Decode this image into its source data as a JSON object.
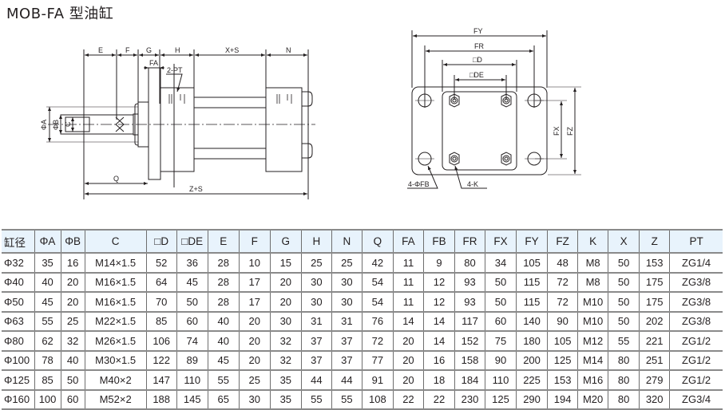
{
  "title": "MOB-FA 型油缸",
  "drawing": {
    "side_view_labels": {
      "E": "E",
      "F": "F",
      "G": "G",
      "H": "H",
      "XS": "X+S",
      "N": "N",
      "FA": "FA",
      "PT": "2-PT",
      "A": "ΦA",
      "B": "ΦB",
      "C": "C",
      "Q": "Q",
      "ZS": "Z+S"
    },
    "front_view_labels": {
      "FY": "FY",
      "FR": "FR",
      "D": "□D",
      "DE": "□DE",
      "FX": "FX",
      "FZ": "FZ",
      "FB": "4-ΦFB",
      "K": "4-K"
    }
  },
  "table": {
    "headers": [
      "缸径",
      "ΦA",
      "ΦB",
      "C",
      "□D",
      "□DE",
      "E",
      "F",
      "G",
      "H",
      "N",
      "Q",
      "FA",
      "FB",
      "FR",
      "FX",
      "FY",
      "FZ",
      "K",
      "X",
      "Z",
      "PT"
    ],
    "rows": [
      [
        "Φ32",
        "35",
        "16",
        "M14×1.5",
        "52",
        "36",
        "28",
        "10",
        "15",
        "25",
        "25",
        "42",
        "11",
        "9",
        "80",
        "34",
        "105",
        "48",
        "M8",
        "50",
        "153",
        "ZG1/4"
      ],
      [
        "Φ40",
        "40",
        "20",
        "M16×1.5",
        "64",
        "45",
        "28",
        "17",
        "20",
        "30",
        "30",
        "54",
        "11",
        "12",
        "93",
        "50",
        "115",
        "72",
        "M8",
        "50",
        "175",
        "ZG3/8"
      ],
      [
        "Φ50",
        "45",
        "20",
        "M16×1.5",
        "70",
        "50",
        "28",
        "17",
        "20",
        "30",
        "30",
        "54",
        "11",
        "12",
        "93",
        "50",
        "115",
        "72",
        "M10",
        "50",
        "175",
        "ZG3/8"
      ],
      [
        "Φ63",
        "55",
        "25",
        "M22×1.5",
        "85",
        "60",
        "40",
        "20",
        "30",
        "31",
        "31",
        "76",
        "14",
        "14",
        "117",
        "60",
        "140",
        "90",
        "M10",
        "50",
        "202",
        "ZG3/8"
      ],
      [
        "Φ80",
        "62",
        "32",
        "M26×1.5",
        "106",
        "74",
        "40",
        "20",
        "32",
        "37",
        "37",
        "72",
        "20",
        "14",
        "152",
        "75",
        "180",
        "105",
        "M12",
        "55",
        "221",
        "ZG1/2"
      ],
      [
        "Φ100",
        "78",
        "40",
        "M30×1.5",
        "122",
        "89",
        "45",
        "20",
        "32",
        "37",
        "37",
        "77",
        "20",
        "16",
        "158",
        "90",
        "200",
        "125",
        "M14",
        "80",
        "251",
        "ZG1/2"
      ],
      [
        "Φ125",
        "85",
        "50",
        "M40×2",
        "147",
        "110",
        "55",
        "25",
        "35",
        "44",
        "44",
        "91",
        "20",
        "18",
        "184",
        "110",
        "225",
        "153",
        "M16",
        "80",
        "279",
        "ZG1/2"
      ],
      [
        "Φ160",
        "100",
        "60",
        "M52×2",
        "188",
        "145",
        "65",
        "30",
        "35",
        "55",
        "55",
        "108",
        "22",
        "22",
        "230",
        "125",
        "290",
        "194",
        "M20",
        "80",
        "320",
        "ZG3/4"
      ]
    ]
  }
}
